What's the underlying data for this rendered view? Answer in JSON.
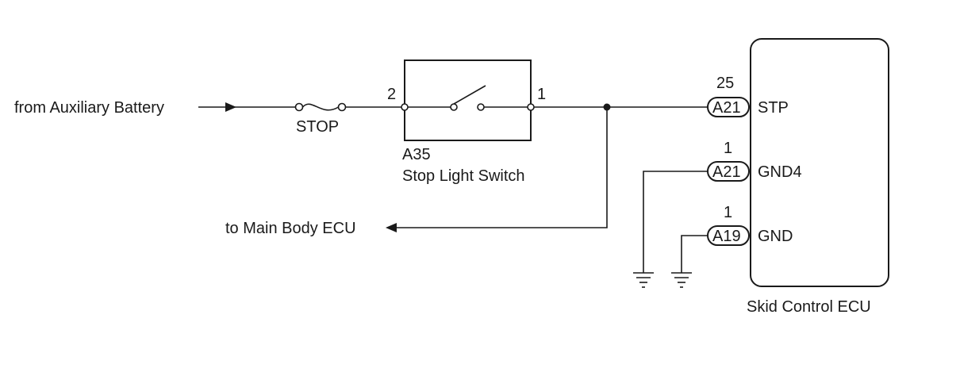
{
  "labels": {
    "from_battery": "from Auxiliary Battery",
    "fuse": "STOP",
    "switch_code": "A35",
    "switch_name": "Stop Light Switch",
    "to_main_body": "to Main Body ECU",
    "ecu_name": "Skid Control ECU"
  },
  "switch_pins": {
    "left": "2",
    "right": "1"
  },
  "connectors": [
    {
      "pin": "25",
      "code": "A21",
      "signal": "STP"
    },
    {
      "pin": "1",
      "code": "A21",
      "signal": "GND4"
    },
    {
      "pin": "1",
      "code": "A19",
      "signal": "GND"
    }
  ]
}
